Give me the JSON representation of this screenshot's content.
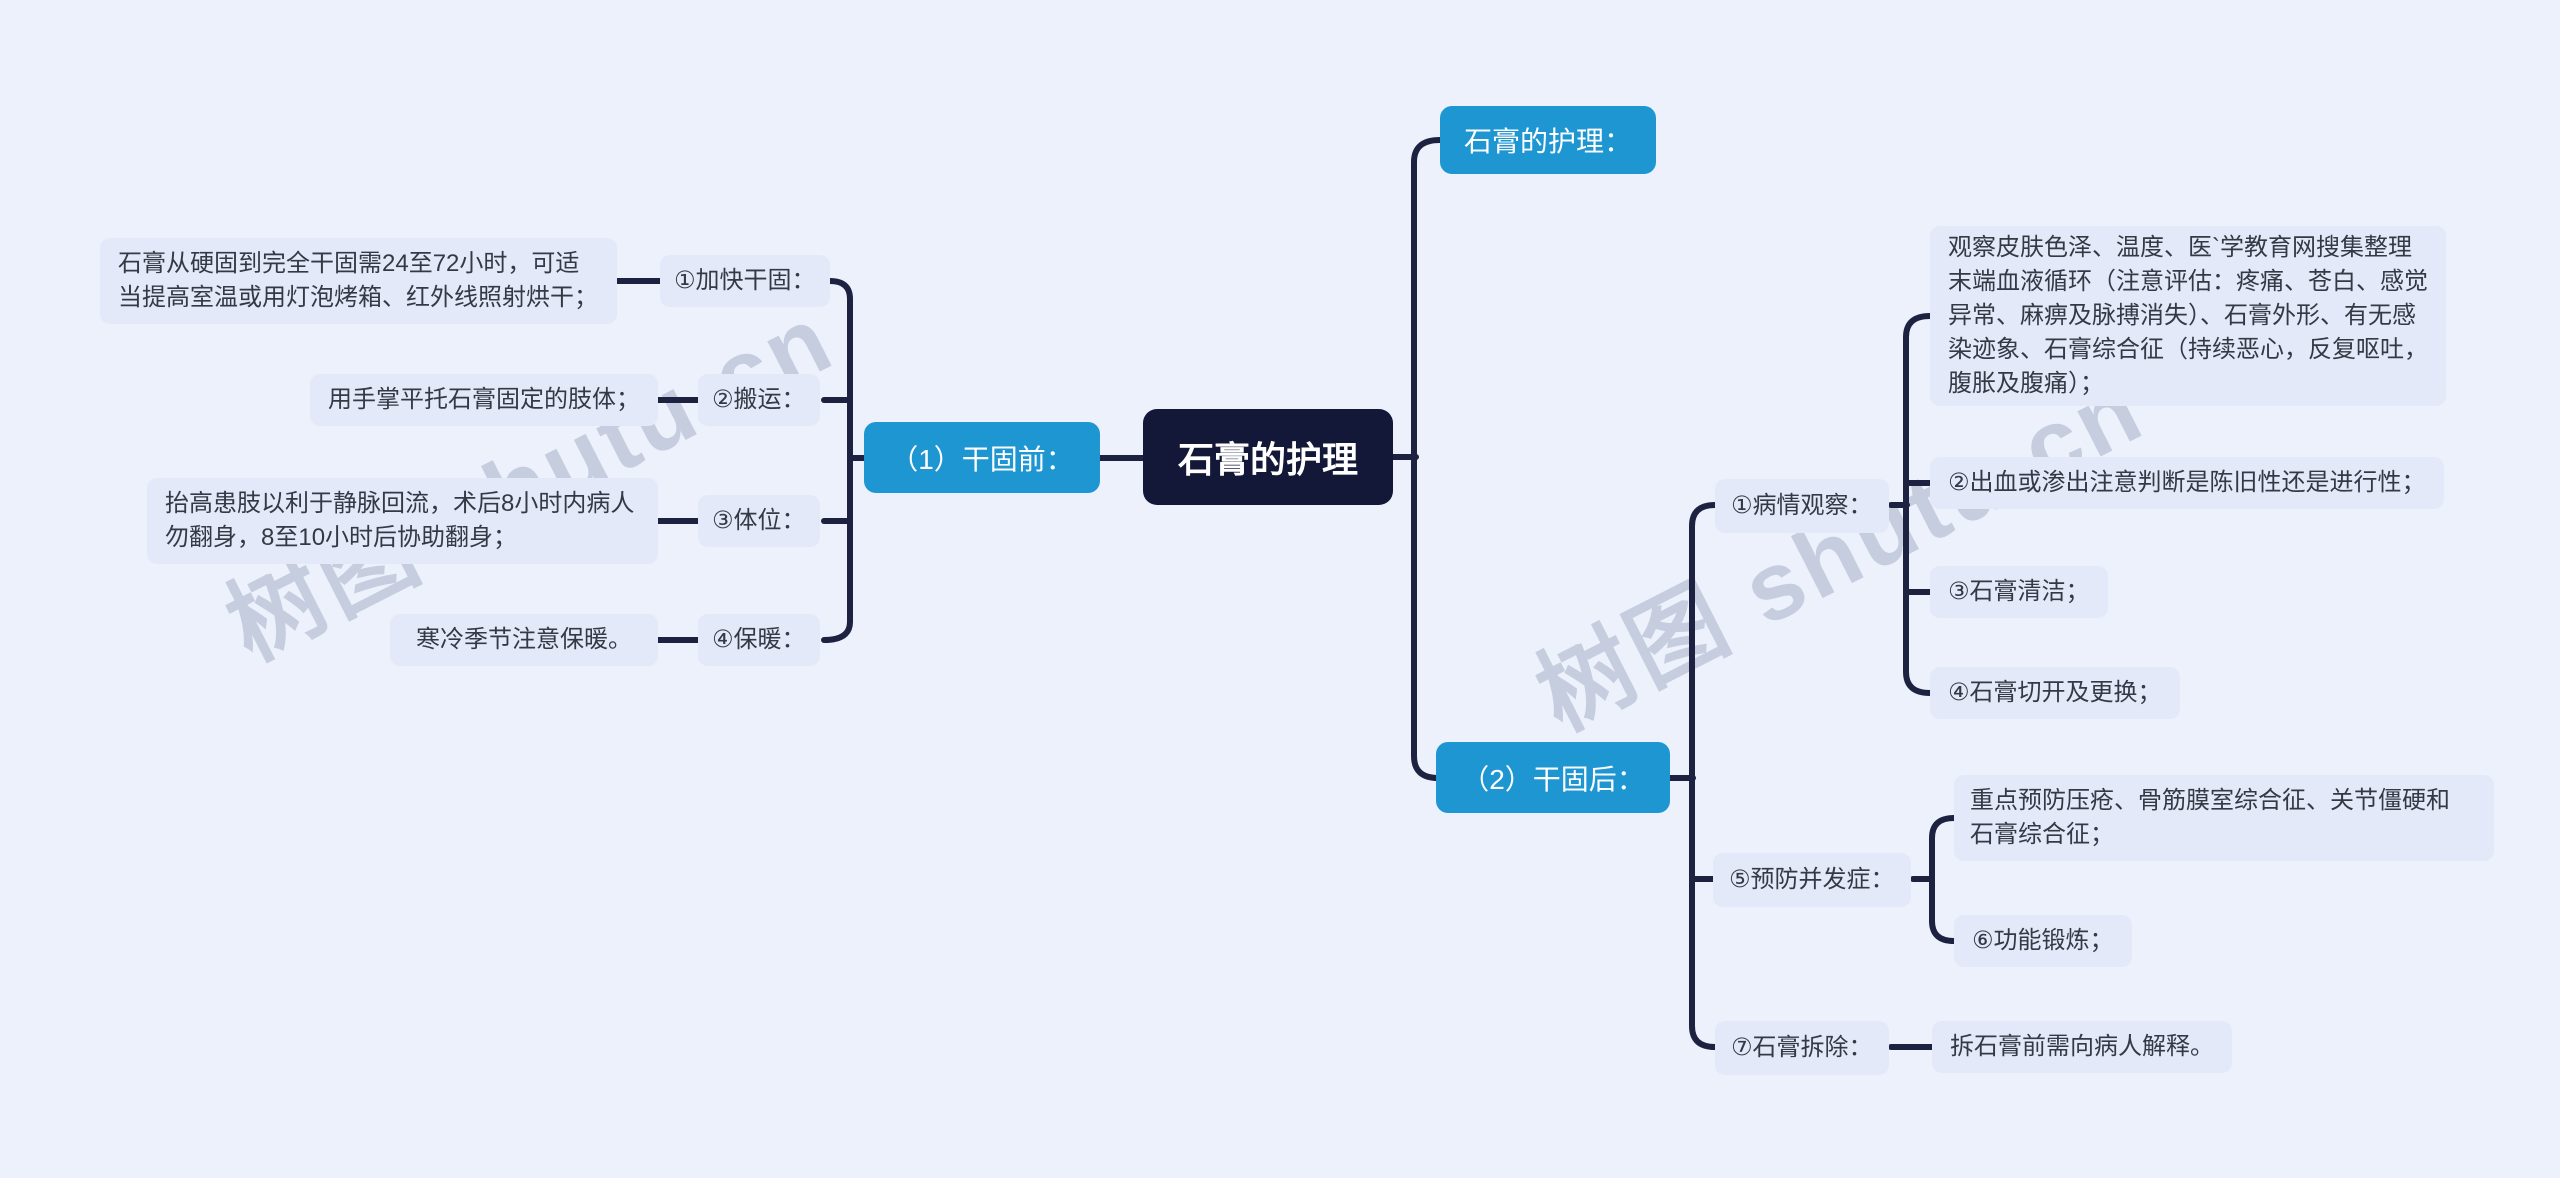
{
  "watermark": {
    "text": "树图 shutu.cn"
  },
  "colors": {
    "background": "#ecf1fc",
    "note_fill": "#e3e9f8",
    "branch_blue": "#1e96d2",
    "root_navy": "#131838",
    "line": "#1c2240",
    "watermark_gray": "#919bb4",
    "note_text": "#333a46",
    "node_text": "#ffffff"
  },
  "root": {
    "label": "石膏的护理"
  },
  "top_note": {
    "label": "石膏的护理："
  },
  "branch_before": {
    "label": "（1）干固前：",
    "children": [
      {
        "label": "①加快干固：",
        "note": "石膏从硬固到完全干固需24至72小时，可适\n当提高室温或用灯泡烤箱、红外线照射烘干；"
      },
      {
        "label": "②搬运：",
        "note": "用手掌平托石膏固定的肢体；"
      },
      {
        "label": "③体位：",
        "note": "抬高患肢以利于静脉回流，术后8小时内病人\n勿翻身，8至10小时后协助翻身；"
      },
      {
        "label": "④保暖：",
        "note": "寒冷季节注意保暖。"
      }
    ]
  },
  "branch_after": {
    "label": "（2）干固后：",
    "children": [
      {
        "label": "①病情观察：",
        "notes": [
          "观察皮肤色泽、温度、医`学教育网搜集整理\n末端血液循环（注意评估：疼痛、苍白、感觉\n异常、麻痹及脉搏消失）、石膏外形、有无感\n染迹象、石膏综合征（持续恶心，反复呕吐，\n腹胀及腹痛）；",
          "②出血或渗出注意判断是陈旧性还是进行性；",
          "③石膏清洁；",
          "④石膏切开及更换；"
        ]
      },
      {
        "label": "⑤预防并发症：",
        "notes": [
          "重点预防压疮、骨筋膜室综合征、关节僵硬和\n石膏综合征；",
          "⑥功能锻炼；"
        ]
      },
      {
        "label": "⑦石膏拆除：",
        "notes": [
          "拆石膏前需向病人解释。"
        ]
      }
    ]
  }
}
